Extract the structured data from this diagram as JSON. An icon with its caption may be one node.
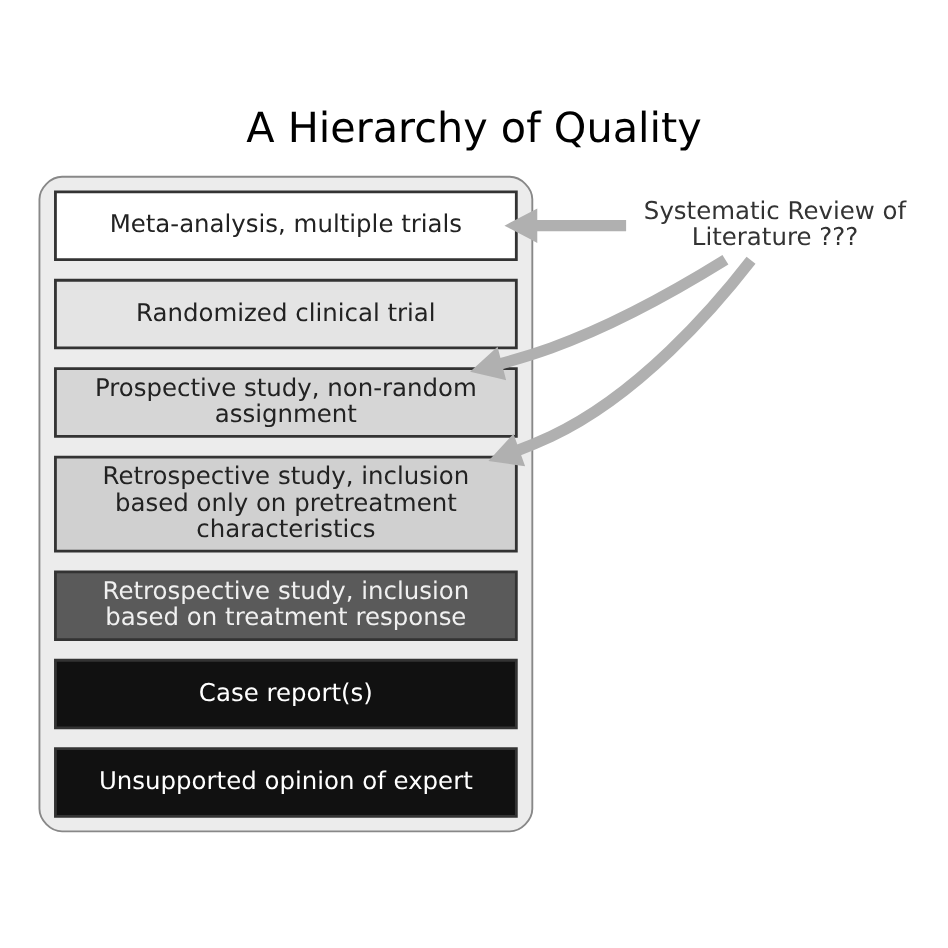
{
  "diagram": {
    "title": "A Hierarchy of Quality",
    "nodes": [
      {
        "text": [],
        "shape": "arrow"
      },
      {
        "text": [
          "Meta-analysis, multiple trials"
        ],
        "in": 0
      },
      {
        "text": [
          "Randomized clinical trial"
        ],
        "in": 0
      },
      {
        "text": [
          "Prospective study, non-random assignment"
        ],
        "in": 0
      },
      {
        "text": [
          "Retrospective study, inclusion based only on pretreatment characteristics"
        ],
        "in": 0
      },
      {
        "text": [
          "Retrospective study, inclusion based on treatment response"
        ],
        "in": 0
      },
      {
        "text": [
          "Case report(s)"
        ],
        "in": 0
      },
      {
        "text": [
          "Unsupported opinion of expert"
        ],
        "in": 0
      },
      {
        "text": [
          "Systematic Review of Literature ???"
        ]
      }
    ],
    "edges": [
      {
        "from": 8,
        "to": 1,
        "arrow": "to"
      },
      {
        "from": 8,
        "to": 3,
        "arrow": "to"
      },
      {
        "from": 8,
        "to": 4,
        "arrow": "to"
      }
    ]
  }
}
